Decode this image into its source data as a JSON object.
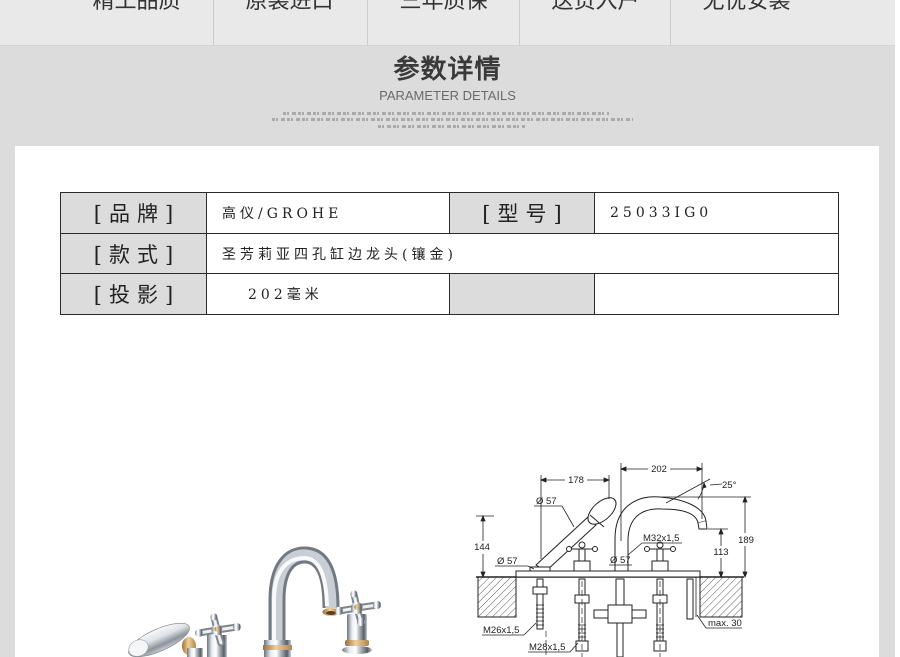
{
  "nav": {
    "tabs": [
      "精工品质",
      "原装进口",
      "三年质保",
      "送货入户",
      "无忧安装"
    ]
  },
  "section": {
    "title": "参数详情",
    "subtitle": "PARAMETER DETAILS"
  },
  "specs": {
    "brand": {
      "label": "[品牌]",
      "value": "高仪/GROHE"
    },
    "model": {
      "label": "[型号]",
      "value": "25033IG0"
    },
    "style": {
      "label": "[款式]",
      "value": "圣芳莉亚四孔缸边龙头(镶金)"
    },
    "projection": {
      "label": "[投影]",
      "value": "202毫米"
    }
  },
  "drawing": {
    "dim_reach": "202",
    "dim_offset": "178",
    "angle": "25°",
    "dia_top": "Ø 57",
    "dim_shower_height": "144",
    "dia_left": "Ø 57",
    "thread_spout": "M32x1,5",
    "dia_center": "Ø 57",
    "dim_outlet_height": "113",
    "dim_total_height": "189",
    "thread_left": "M26x1,5",
    "thread_right": "M28x1,5",
    "deck_max": "max. 30"
  },
  "colors": {
    "nav_bg": "#e9e9e9",
    "section_bg": "#dcdcdc",
    "card_bg": "#ffffff",
    "label_bg": "#dcdcdc",
    "border": "#2b2b2b",
    "text": "#222222",
    "gold_accent": "#c9975b",
    "chrome": "#c9ced4"
  }
}
